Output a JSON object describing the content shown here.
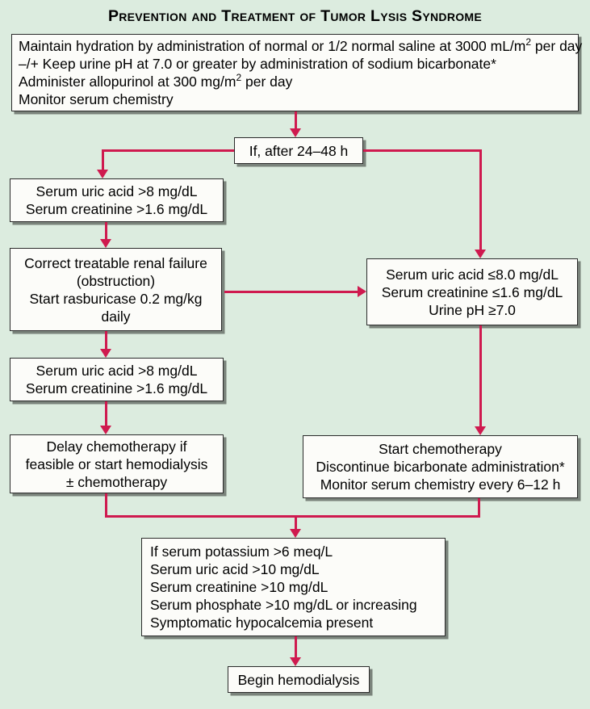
{
  "title": "Prevention and Treatment of Tumor Lysis Syndrome",
  "colors": {
    "background": "#dcecdf",
    "box_fill": "#fcfcf9",
    "box_border": "#2b2b2b",
    "arrow": "#cf1a4f",
    "shadow": "#3e423e",
    "text": "#000000"
  },
  "boxes": {
    "protocol": {
      "line1_pre": "Maintain hydration by administration of normal or 1/2 normal saline at 3000 mL/m",
      "line1_sup": "2",
      "line1_post": " per day",
      "line2": "–/+ Keep urine pH at 7.0 or greater by administration of sodium bicarbonate*",
      "line3_pre": "Administer allopurinol at 300 mg/m",
      "line3_sup": "2",
      "line3_post": " per day",
      "line4": "Monitor serum chemistry"
    },
    "decision": {
      "label": "If, after 24–48 h"
    },
    "left_abnormal_1": {
      "lines": [
        "Serum uric acid >8 mg/dL",
        "Serum creatinine >1.6 mg/dL"
      ]
    },
    "left_treatment": {
      "lines": [
        "Correct treatable renal failure",
        "(obstruction)",
        "Start rasburicase 0.2 mg/kg",
        "daily"
      ]
    },
    "left_abnormal_2": {
      "lines": [
        "Serum uric acid >8 mg/dL",
        "Serum creatinine >1.6 mg/dL"
      ]
    },
    "left_delay": {
      "lines": [
        "Delay chemotherapy if",
        "feasible or start hemodialysis",
        "± chemotherapy"
      ]
    },
    "right_normal": {
      "lines": [
        "Serum uric acid ≤8.0 mg/dL",
        "Serum creatinine ≤1.6 mg/dL",
        "Urine pH ≥7.0"
      ]
    },
    "right_start_chemo": {
      "lines": [
        "Start chemotherapy",
        "Discontinue bicarbonate administration*",
        "Monitor serum chemistry every 6–12 h"
      ]
    },
    "hemodialysis_criteria": {
      "lines": [
        "If serum potassium >6 meq/L",
        "Serum uric acid >10 mg/dL",
        "Serum creatinine >10 mg/dL",
        "Serum phosphate >10 mg/dL or increasing",
        "Symptomatic hypocalcemia present"
      ]
    },
    "begin_hemodialysis": {
      "label": "Begin hemodialysis"
    }
  }
}
